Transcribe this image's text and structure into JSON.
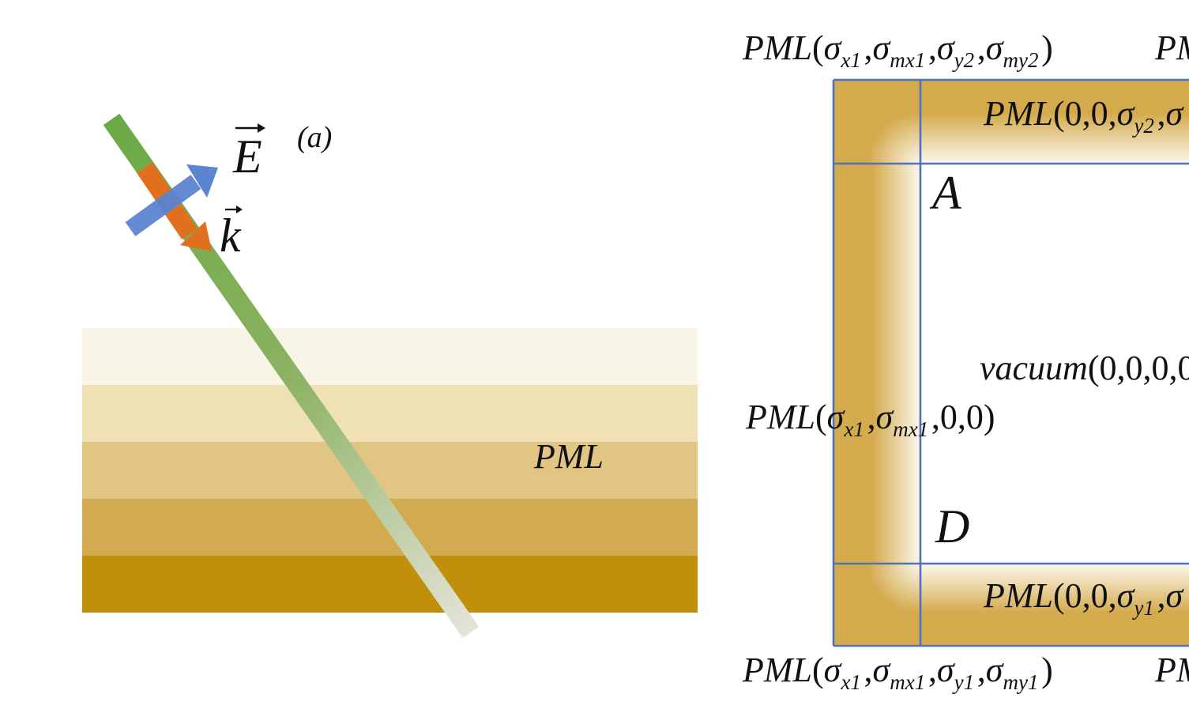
{
  "panel_a": {
    "label": "(a)",
    "vector_e": "E",
    "vector_k": "k",
    "layer_label": "PML",
    "layer_colors": [
      "#f8f4e6",
      "#efe0b6",
      "#e1c583",
      "#d2aa50",
      "#c0900c"
    ],
    "beam_color": "#6aaa45",
    "e_arrow_color": "#5b84d1",
    "k_arrow_color": "#e0701e"
  },
  "panel_b": {
    "corner_top_left": {
      "prefix": "PML(",
      "parts": [
        {
          "s": "σ",
          "sub": "x1"
        },
        {
          "s": ",",
          "sub": ""
        },
        {
          "s": "σ",
          "sub": "mx1"
        },
        {
          "s": ",",
          "sub": ""
        },
        {
          "s": "σ",
          "sub": "y2"
        },
        {
          "s": ",",
          "sub": ""
        },
        {
          "s": "σ",
          "sub": "my2"
        }
      ],
      "suffix": ")"
    },
    "corner_top_right_partial": "PM",
    "top_strip": {
      "prefix": "PML(0,0,",
      "parts": [
        {
          "s": "σ",
          "sub": "y2"
        },
        {
          "s": ",",
          "sub": ""
        },
        {
          "s": "σ",
          "sub": ""
        }
      ]
    },
    "point_a": "A",
    "point_d": "D",
    "vacuum": {
      "word": "vacuum",
      "rest": "(0,0,0,0"
    },
    "left_strip": {
      "prefix": "PML(",
      "parts": [
        {
          "s": "σ",
          "sub": "x1"
        },
        {
          "s": ",",
          "sub": ""
        },
        {
          "s": "σ",
          "sub": "mx1"
        }
      ],
      "suffix": ",0,0)"
    },
    "bottom_strip": {
      "prefix": "PML(0,0,",
      "parts": [
        {
          "s": "σ",
          "sub": "y1"
        },
        {
          "s": ",",
          "sub": ""
        },
        {
          "s": "σ",
          "sub": ""
        }
      ]
    },
    "corner_bottom_left": {
      "prefix": "PML(",
      "parts": [
        {
          "s": "σ",
          "sub": "x1"
        },
        {
          "s": ",",
          "sub": ""
        },
        {
          "s": "σ",
          "sub": "mx1"
        },
        {
          "s": ",",
          "sub": ""
        },
        {
          "s": "σ",
          "sub": "y1"
        },
        {
          "s": ",",
          "sub": ""
        },
        {
          "s": "σ",
          "sub": "my1"
        }
      ],
      "suffix": ")"
    },
    "corner_bottom_right_partial": "PM",
    "pml_color": "#d4ab4c",
    "border_color": "#4f72b8"
  }
}
